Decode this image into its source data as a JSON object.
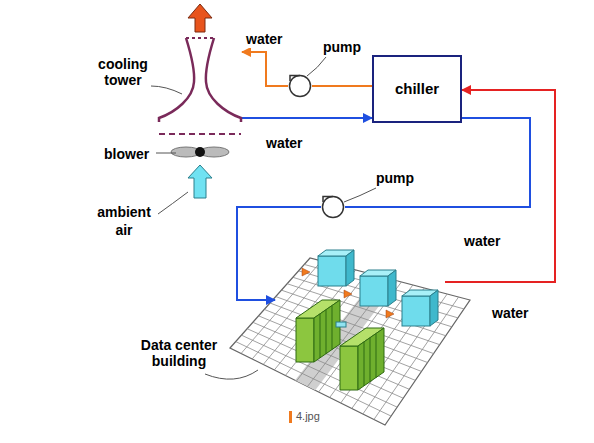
{
  "diagram": {
    "caption": "4.jpg",
    "nodes": [
      {
        "text": [
          "cooling tower"
        ]
      },
      {
        "text": [
          "pump"
        ]
      },
      {
        "text": [
          "chiller"
        ]
      },
      {
        "text": [
          "pump"
        ]
      },
      {
        "text": [
          "Data center building"
        ]
      }
    ],
    "edges": [
      {
        "from": 2,
        "to": 1,
        "arrow": "none"
      },
      {
        "from": 1,
        "to": 0,
        "arrow": "to",
        "label": "water"
      },
      {
        "from": 0,
        "to": 2,
        "arrow": "to",
        "label": "water"
      },
      {
        "from": 2,
        "to": 3,
        "arrow": "none",
        "label": "water"
      },
      {
        "from": 3,
        "to": 4,
        "arrow": "to"
      },
      {
        "from": 4,
        "to": 2,
        "arrow": "to",
        "label": "water"
      }
    ],
    "labels": [
      "blower",
      "ambient air"
    ]
  }
}
